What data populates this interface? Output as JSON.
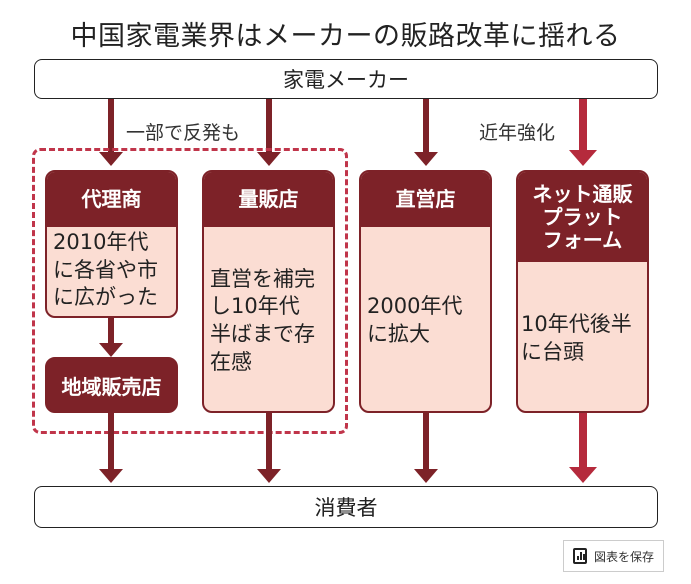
{
  "title": "中国家電業界はメーカーの販路改革に揺れる",
  "top_node": "家電メーカー",
  "bottom_node": "消費者",
  "annotations": {
    "group_note": "一部で反発も",
    "strengthen_note": "近年強化"
  },
  "channels": [
    {
      "name": "代理商",
      "description": "2010年代に各省や市に広がった",
      "lines": [
        "2010年代",
        "に各省や市",
        "に広がった"
      ]
    },
    {
      "name": "地域販売店"
    },
    {
      "name": "量販店",
      "lines": [
        "直営を補完",
        "し10年代",
        "半ばまで存",
        "在感"
      ]
    },
    {
      "name": "直営店",
      "lines": [
        "2000年代",
        "に拡大"
      ]
    },
    {
      "name_lines": [
        "ネット通販",
        "プラット",
        "フォーム"
      ],
      "lines": [
        "10年代後半",
        "に台頭"
      ]
    }
  ],
  "colors": {
    "dark_red": "#7d2228",
    "bright_red": "#b52a3c",
    "card_fill": "#fbddd3",
    "dashed_border": "#c0354a"
  },
  "save_button": {
    "label": "図表を保存",
    "icon": "chart-icon"
  }
}
